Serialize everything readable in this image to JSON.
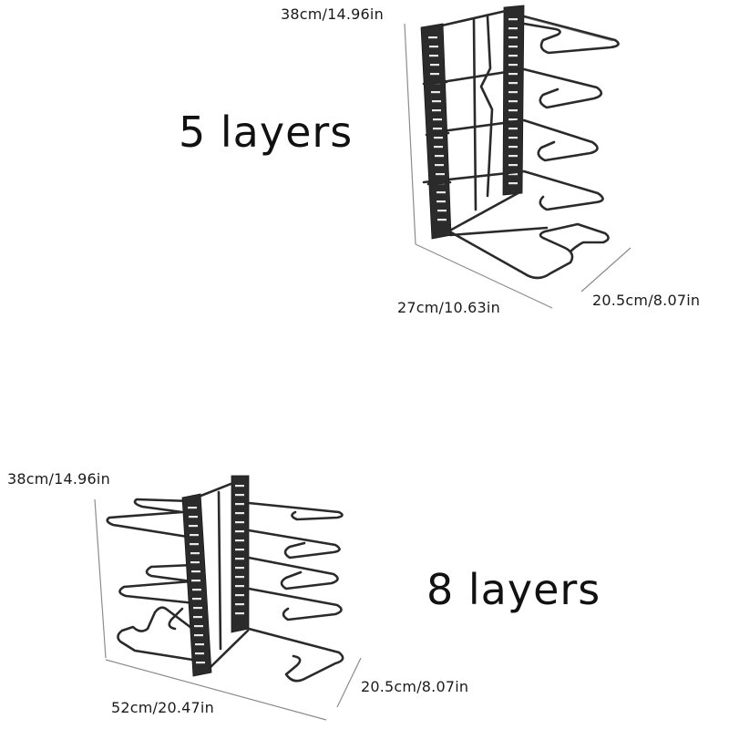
{
  "products": [
    {
      "layers_label": "5 layers",
      "height_label": "38cm/14.96in",
      "length_label": "27cm/10.63in",
      "depth_label": "20.5cm/8.07in"
    },
    {
      "layers_label": "8 layers",
      "height_label": "38cm/14.96in",
      "length_label": "52cm/20.47in",
      "depth_label": "20.5cm/8.07in"
    }
  ],
  "colors": {
    "background": "#ffffff",
    "rack_metal": "#2b2b2b",
    "dimension_line": "#8c8c8c",
    "text": "#111111"
  }
}
